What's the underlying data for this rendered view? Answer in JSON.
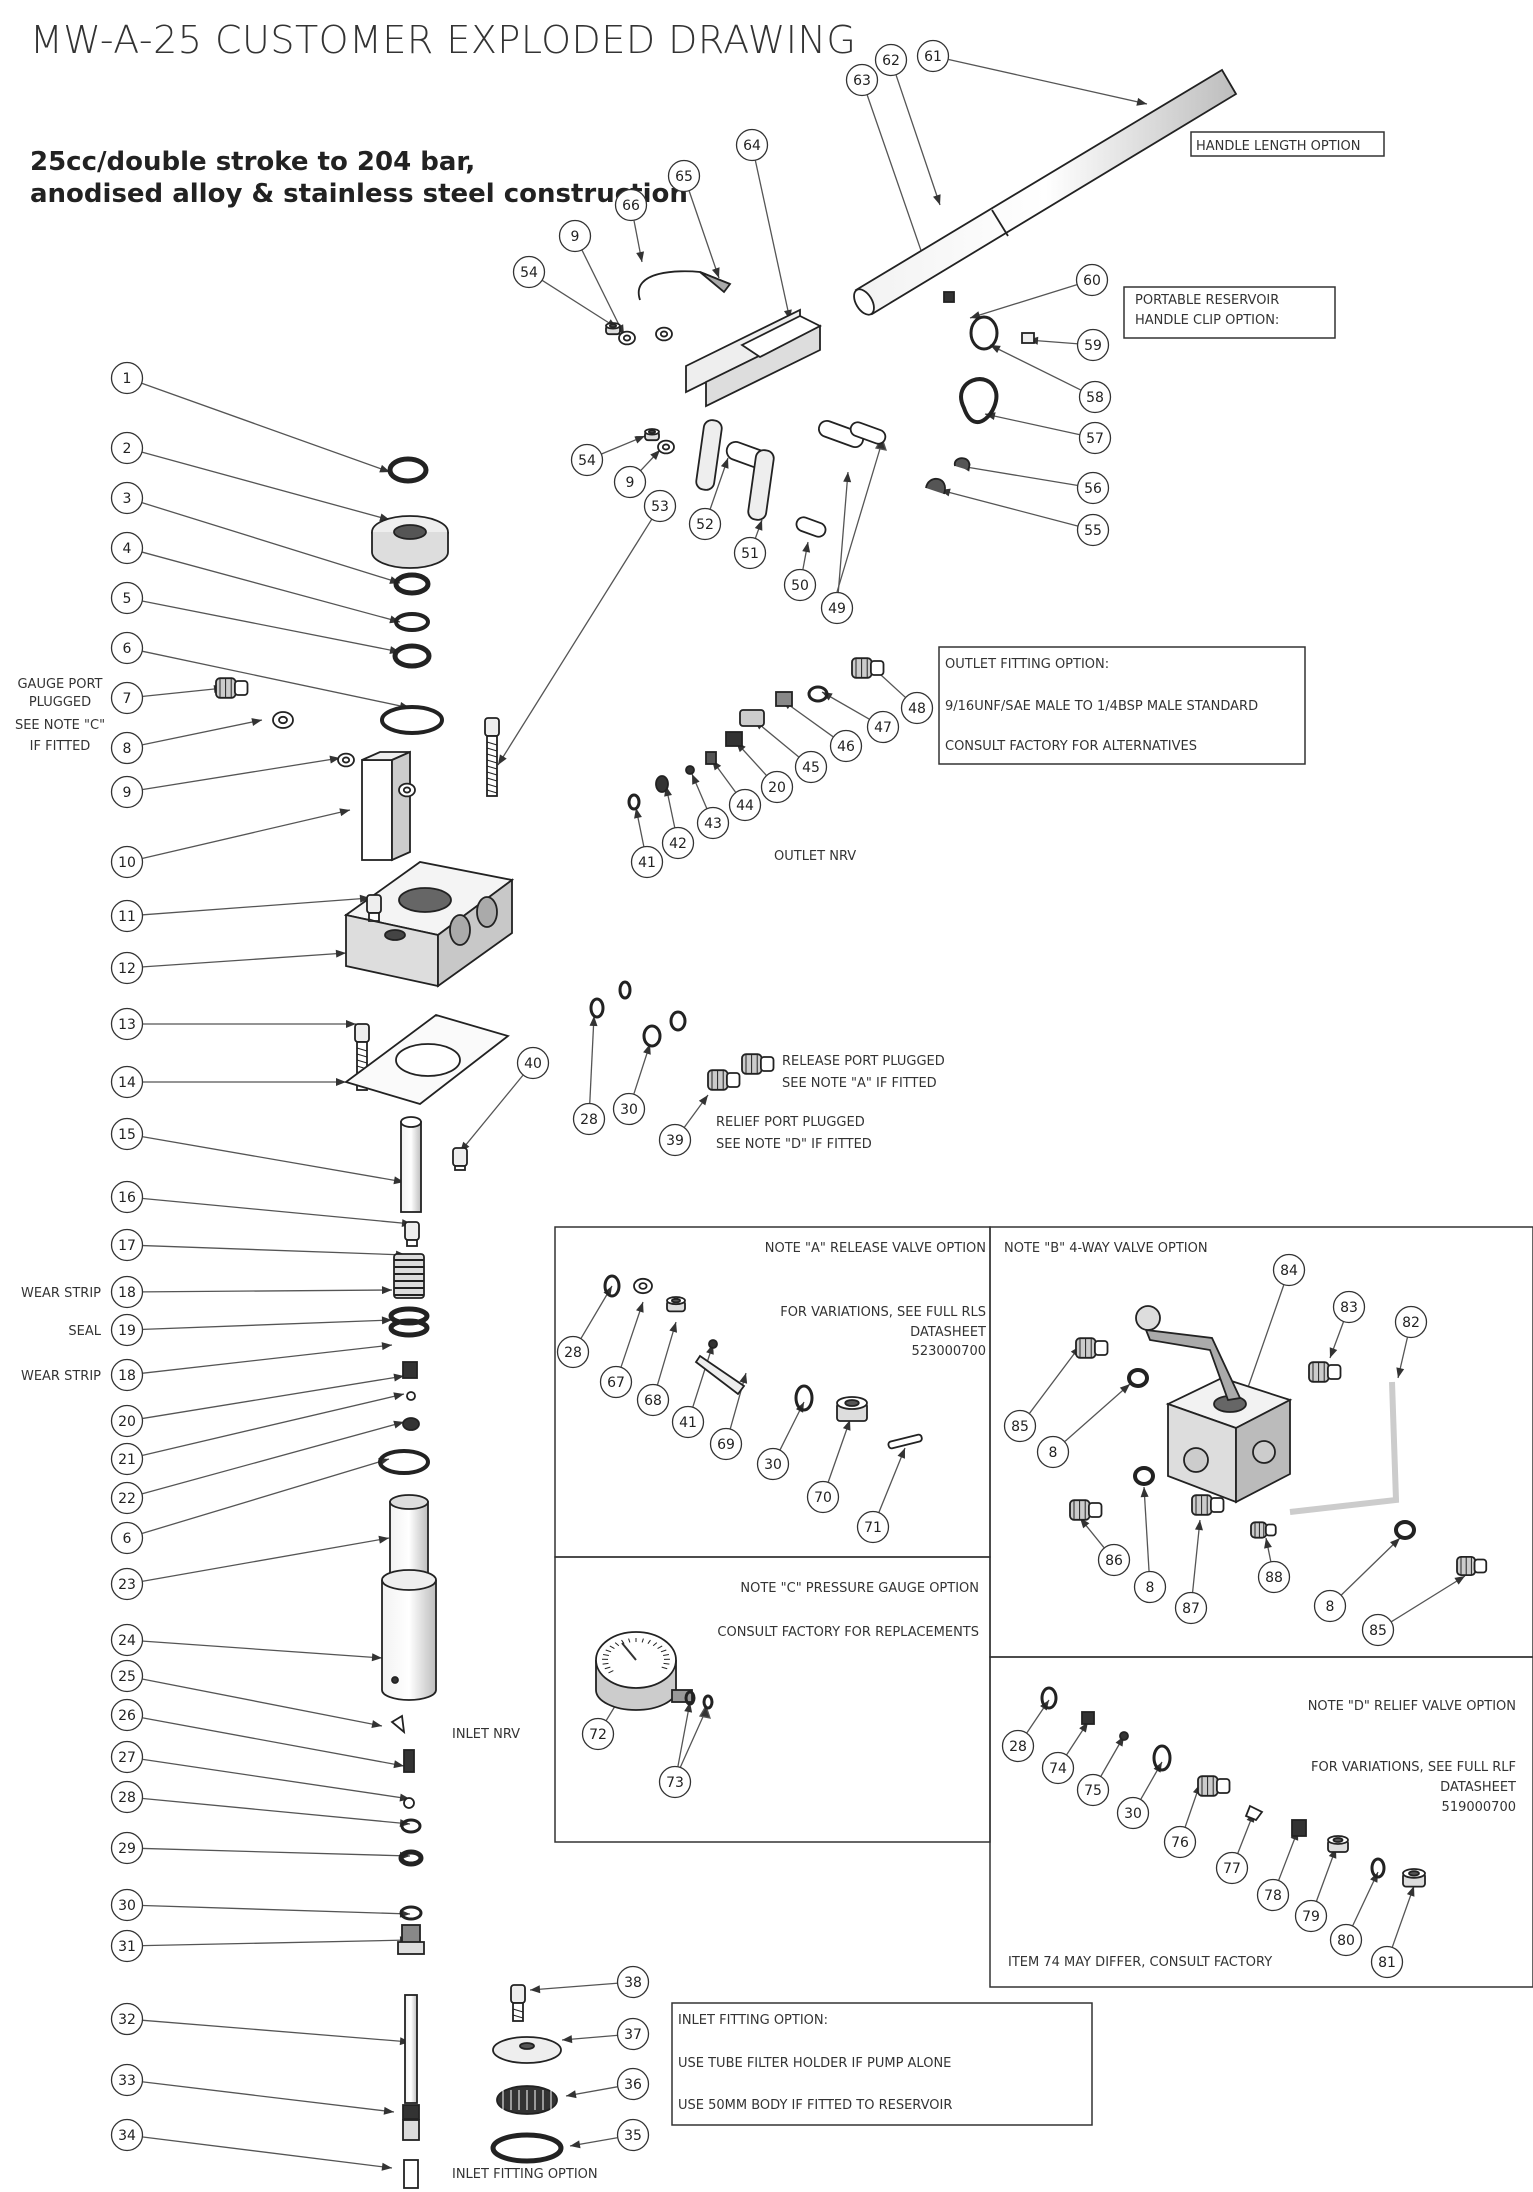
{
  "title": "MW-A-25 CUSTOMER EXPLODED DRAWING",
  "subtitle": [
    "25cc/double stroke to 204 bar,",
    "anodised alloy & stainless steel construction"
  ],
  "side_labels": {
    "gauge_port": [
      "GAUGE PORT",
      "PLUGGED",
      "SEE NOTE \"C\"",
      "IF FITTED"
    ],
    "wear_strip_top": "WEAR STRIP",
    "seal": "SEAL",
    "wear_strip_bottom": "WEAR STRIP"
  },
  "text_labels": {
    "handle_length_option": "HANDLE LENGTH OPTION",
    "portable_reservoir": [
      "PORTABLE RESERVOIR",
      "HANDLE CLIP OPTION:"
    ],
    "outlet_fitting": [
      "OUTLET FITTING OPTION:",
      "9/16UNF/SAE MALE TO 1/4BSP MALE STANDARD",
      "CONSULT FACTORY FOR ALTERNATIVES"
    ],
    "outlet_nrv": "OUTLET NRV",
    "release_port": [
      "RELEASE PORT PLUGGED",
      "SEE NOTE \"A\" IF FITTED"
    ],
    "relief_port": [
      "RELIEF PORT PLUGGED",
      "SEE NOTE \"D\" IF FITTED"
    ],
    "inlet_nrv": "INLET NRV",
    "inlet_fitting_caption": "INLET FITTING OPTION",
    "inlet_fitting_box": [
      "INLET FITTING OPTION:",
      "USE TUBE FILTER HOLDER IF PUMP ALONE",
      "USE 50MM BODY IF FITTED TO RESERVOIR"
    ],
    "note_a": [
      "NOTE \"A\" RELEASE VALVE OPTION",
      "FOR VARIATIONS, SEE FULL RLS",
      "DATASHEET",
      "523000700"
    ],
    "note_b": "NOTE \"B\" 4-WAY VALVE OPTION",
    "note_c": [
      "NOTE \"C\" PRESSURE GAUGE OPTION",
      "CONSULT FACTORY FOR REPLACEMENTS"
    ],
    "note_d": [
      "NOTE \"D\" RELIEF VALVE OPTION",
      "FOR VARIATIONS, SEE FULL RLF",
      "DATASHEET",
      "519000700",
      "ITEM 74 MAY DIFFER, CONSULT FACTORY"
    ]
  },
  "balloons": {
    "left_column": [
      "1",
      "2",
      "3",
      "4",
      "5",
      "6",
      "7",
      "8",
      "9",
      "10",
      "11",
      "12",
      "13",
      "14",
      "15",
      "16",
      "17",
      "18",
      "19",
      "18",
      "20",
      "21",
      "22",
      "6",
      "23",
      "24",
      "25",
      "26",
      "27",
      "28",
      "29",
      "30",
      "31",
      "32",
      "33",
      "34"
    ],
    "handle": [
      "61",
      "62",
      "63",
      "64",
      "65",
      "66",
      "9",
      "54",
      "60",
      "59",
      "58",
      "57",
      "56",
      "55",
      "54",
      "9",
      "53",
      "52",
      "51",
      "50",
      "49"
    ],
    "outlet": [
      "48",
      "47",
      "46",
      "45",
      "20",
      "44",
      "43",
      "42",
      "41"
    ],
    "ports": [
      "40",
      "28",
      "30",
      "39"
    ],
    "inlet_fitting": [
      "38",
      "37",
      "36",
      "35"
    ],
    "note_a": [
      "28",
      "67",
      "68",
      "41",
      "69",
      "30",
      "70",
      "71"
    ],
    "note_b": [
      "84",
      "83",
      "82",
      "85",
      "8",
      "86",
      "8",
      "87",
      "88",
      "8",
      "85"
    ],
    "note_c": [
      "72",
      "73"
    ],
    "note_d": [
      "28",
      "74",
      "75",
      "30",
      "76",
      "77",
      "78",
      "79",
      "80",
      "81"
    ]
  }
}
